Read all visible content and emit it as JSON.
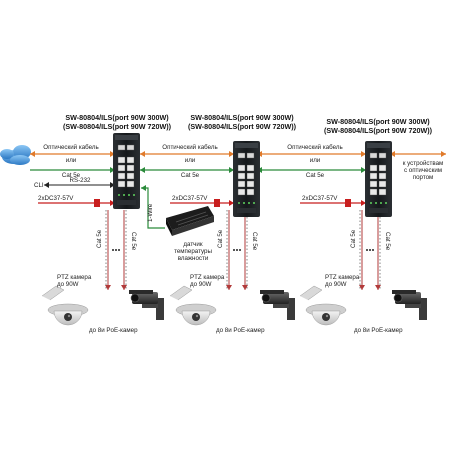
{
  "switches": [
    {
      "title_line1": "SW-80804/ILS(port 90W 300W)",
      "title_line2": "(SW-80804/ILS(port 90W 720W))"
    },
    {
      "title_line1": "SW-80804/ILS(port 90W 300W)",
      "title_line2": "(SW-80804/ILS(port 90W 720W))"
    },
    {
      "title_line1": "SW-80804/ILS(port 90W 300W)",
      "title_line2": "(SW-80804/ILS(port 90W 720W))"
    }
  ],
  "links": {
    "left": {
      "fiber": "Оптический кабель",
      "or": "или",
      "cat": "Cat 5e"
    },
    "mid": {
      "fiber": "Оптический кабель",
      "or": "или",
      "cat": "Cat 5e"
    },
    "right": {
      "fiber": "Оптический кабель",
      "or": "или",
      "cat": "Cat 5e"
    }
  },
  "left_side": {
    "rs232": "RS-232",
    "cli": "CLI"
  },
  "power": [
    "2xDC37-57V",
    "2xDC37-57V",
    "2xDC37-57V"
  ],
  "onewire": "1-Wire",
  "sensor": {
    "line1": "датчик",
    "line2": "температуры",
    "line3": "влажности"
  },
  "devices": {
    "line1": "к устройствам",
    "line2": "с оптическим",
    "line3": "портом"
  },
  "cameras": [
    {
      "ptz1": "PTZ камера",
      "ptz2": "до 90W",
      "poe": "до 8и PoE-камер",
      "cat_a": "Cat 5e",
      "cat_b": "Cat 5e"
    },
    {
      "ptz1": "PTZ камера",
      "ptz2": "до 90W",
      "poe": "до 8и PoE-камер",
      "cat_a": "Cat 5e",
      "cat_b": "Cat 5e"
    },
    {
      "ptz1": "PTZ камера",
      "ptz2": "до 90W",
      "poe": "до 8и PoE-камер",
      "cat_a": "Cat 5e",
      "cat_b": "Cat 5e"
    }
  ],
  "colors": {
    "fiber": "#e07a2a",
    "copper": "#2a8a3a",
    "cat": "#b23a3a",
    "power": "#c81e1e",
    "switch": "#1c1f22",
    "cloud": "#3d8fd6"
  }
}
